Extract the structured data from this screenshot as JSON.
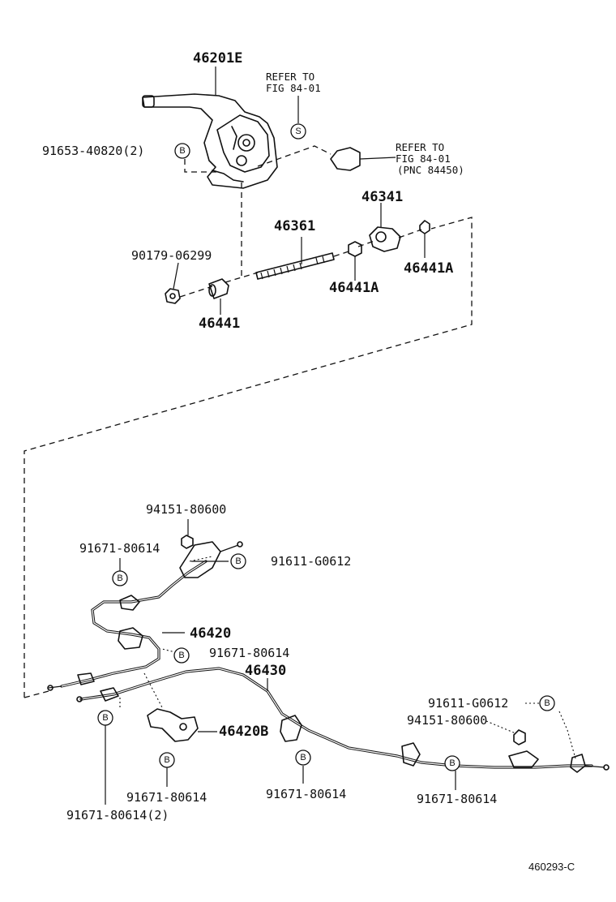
{
  "diagram_code": "460293-C",
  "badge_b": "B",
  "badge_s": "S",
  "parts": {
    "lever": "46201E",
    "bolt_b": "91653-40820(2)",
    "rod_nut": "90179-06299",
    "rod": "46361",
    "sleeve": "46441",
    "nut_a1": "46441A",
    "equalizer": "46341",
    "nut_a2": "46441A",
    "cable_front": "46420",
    "cable_rear": "46430",
    "bracket": "46420B",
    "nut_94151_top": "94151-80600",
    "bolt_top_left": "91671-80614",
    "bolt_g0612_top": "91611-G0612",
    "bolt_mid": "91671-80614",
    "bolt_g0612_right": "91611-G0612",
    "nut_94151_right": "94151-80600",
    "bolt_left_2": "91671-80614(2)",
    "bolt_bracket": "91671-80614",
    "bolt_center": "91671-80614",
    "bolt_right": "91671-80614"
  },
  "refs": {
    "fig_top": [
      "REFER TO",
      "FIG 84-01"
    ],
    "fig_right": [
      "REFER TO",
      "FIG 84-01",
      "(PNC 84450)"
    ]
  }
}
